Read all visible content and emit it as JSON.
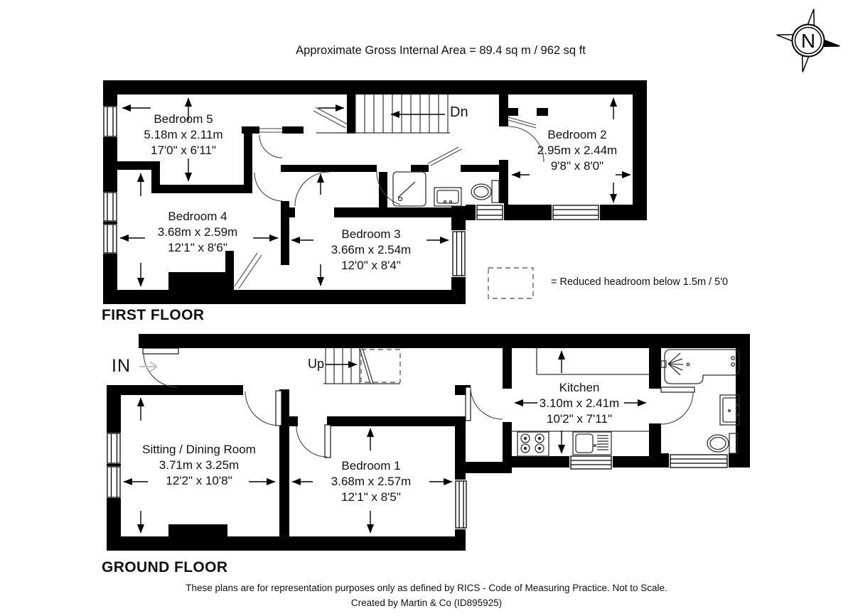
{
  "title": "Approximate Gross Internal Area = 89.4 sq m / 962 sq ft",
  "compass": {
    "label": "N"
  },
  "legend": {
    "text": "= Reduced headroom below 1.5m / 5'0"
  },
  "first_floor": {
    "heading": "FIRST FLOOR",
    "stairs_label": "Dn",
    "rooms": {
      "bedroom5": {
        "name": "Bedroom 5",
        "metric": "5.18m x 2.11m",
        "imperial": "17'0\" x 6'11\""
      },
      "bedroom4": {
        "name": "Bedroom 4",
        "metric": "3.68m x 2.59m",
        "imperial": "12'1\" x 8'6\""
      },
      "bedroom3": {
        "name": "Bedroom 3",
        "metric": "3.66m x 2.54m",
        "imperial": "12'0\" x 8'4\""
      },
      "bedroom2": {
        "name": "Bedroom 2",
        "metric": "2.95m x 2.44m",
        "imperial": "9'8\" x 8'0\""
      }
    }
  },
  "ground_floor": {
    "heading": "GROUND FLOOR",
    "stairs_label": "Up",
    "entrance_label": "IN",
    "rooms": {
      "sitting_dining": {
        "name": "Sitting / Dining Room",
        "metric": "3.71m x 3.25m",
        "imperial": "12'2\" x 10'8\""
      },
      "bedroom1": {
        "name": "Bedroom 1",
        "metric": "3.68m x 2.57m",
        "imperial": "12'1\" x 8'5\""
      },
      "kitchen": {
        "name": "Kitchen",
        "metric": "3.10m x 2.41m",
        "imperial": "10'2\" x 7'11\""
      }
    }
  },
  "footer": {
    "line1": "These plans are for representation purposes only as defined by RICS - Code of Measuring Practice. Not to Scale.",
    "line2": "Created by Martin & Co (ID895925)"
  },
  "colors": {
    "wall": "#000000",
    "text": "#111111",
    "entry_arrow": "#c4c4c4"
  }
}
